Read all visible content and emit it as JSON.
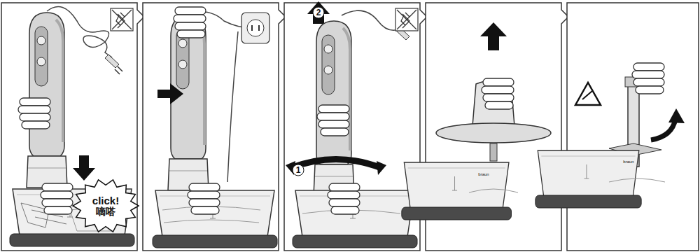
{
  "diagram": {
    "nodes": [
      {
        "text": [
          "click!",
          "嘀嗒"
        ]
      }
    ],
    "labels": [
      "1",
      "2",
      "braun",
      "braun"
    ]
  }
}
